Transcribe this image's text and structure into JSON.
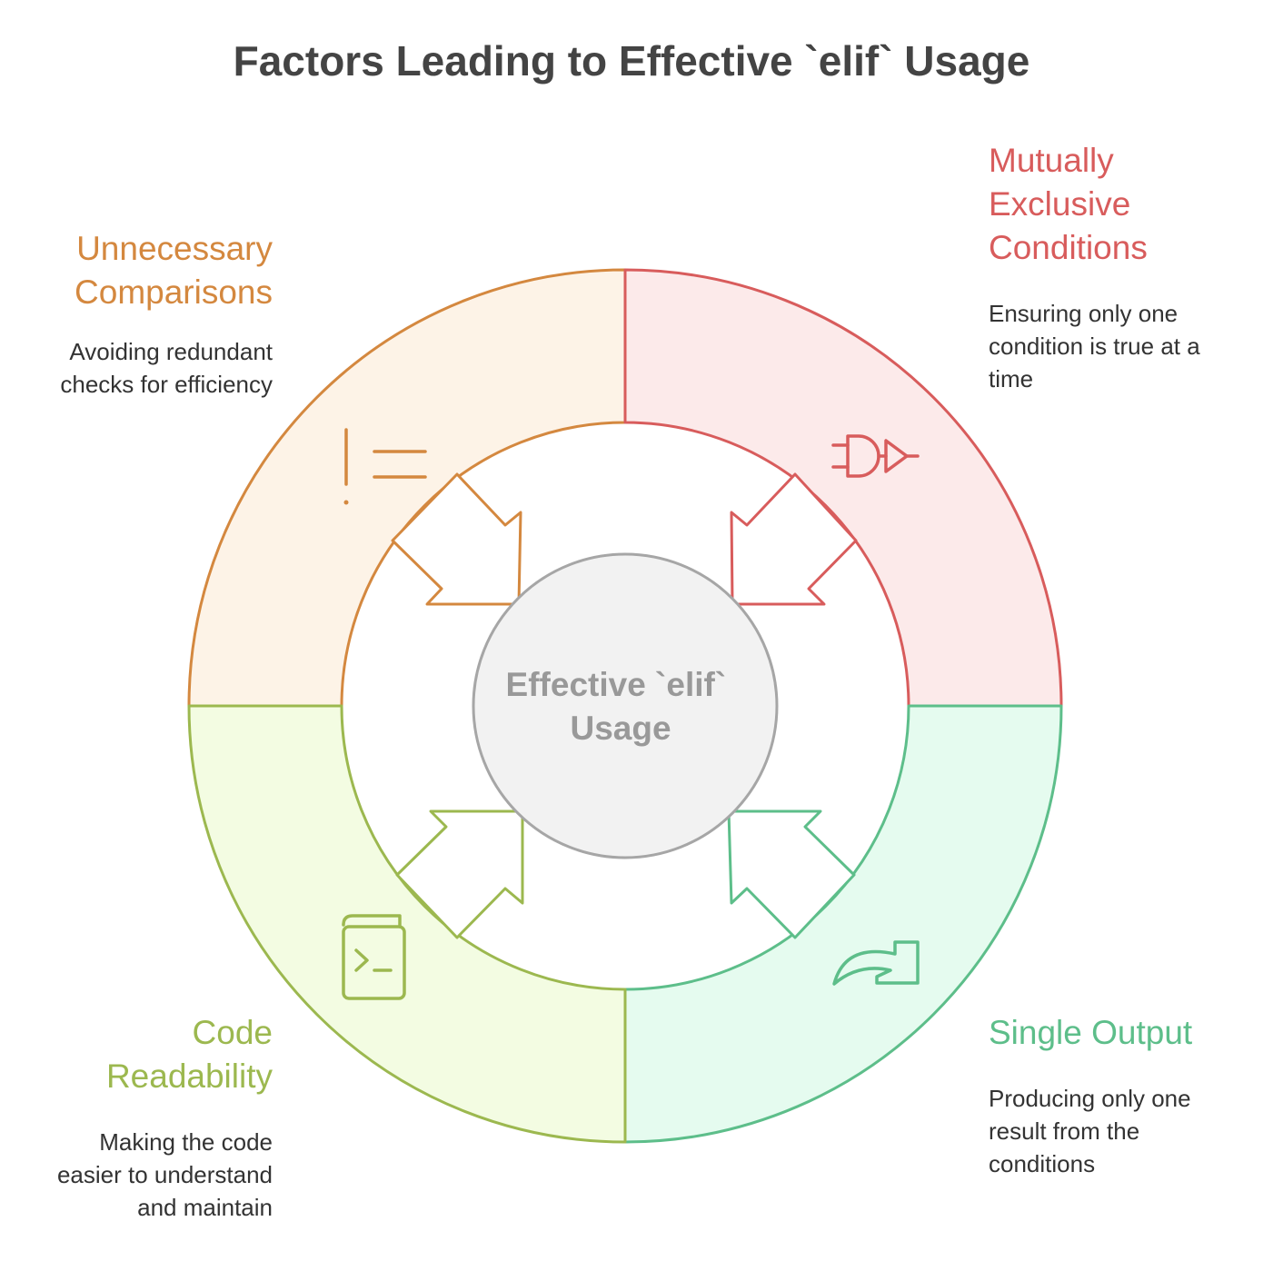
{
  "title": "Factors Leading to Effective `elif` Usage",
  "center": {
    "line1": "Effective `elif`",
    "line2": "Usage"
  },
  "colors": {
    "orange": "#D4883F",
    "orange_fill": "#FDF3E7",
    "red": "#D85C5C",
    "red_fill": "#FCEAEA",
    "green": "#5DBE8A",
    "green_fill": "#E5FBEF",
    "olive": "#9CB84F",
    "olive_fill": "#F3FCE2",
    "center_fill": "#F2F2F2",
    "center_stroke": "#A6A6A6",
    "center_text": "#999999"
  },
  "factors": {
    "unnecessary": {
      "title": "Unnecessary Comparisons",
      "title_lines": [
        "Unnecessary",
        "Comparisons"
      ],
      "description_lines": [
        "Avoiding redundant",
        "checks for efficiency"
      ],
      "icon": "not-equal-icon"
    },
    "mutually": {
      "title": "Mutually Exclusive Conditions",
      "title_lines": [
        "Mutually",
        "Exclusive",
        "Conditions"
      ],
      "description_lines": [
        "Ensuring only one",
        "condition is true at a",
        "time"
      ],
      "icon": "logic-gate-icon"
    },
    "readability": {
      "title": "Code Readability",
      "title_lines": [
        "Code",
        "Readability"
      ],
      "description_lines": [
        "Making the code",
        "easier to understand",
        "and maintain"
      ],
      "icon": "terminal-book-icon"
    },
    "single": {
      "title": "Single Output",
      "title_lines": [
        "Single Output"
      ],
      "description_lines": [
        "Producing only one",
        "result from the",
        "conditions"
      ],
      "icon": "redirect-arrow-icon"
    }
  }
}
